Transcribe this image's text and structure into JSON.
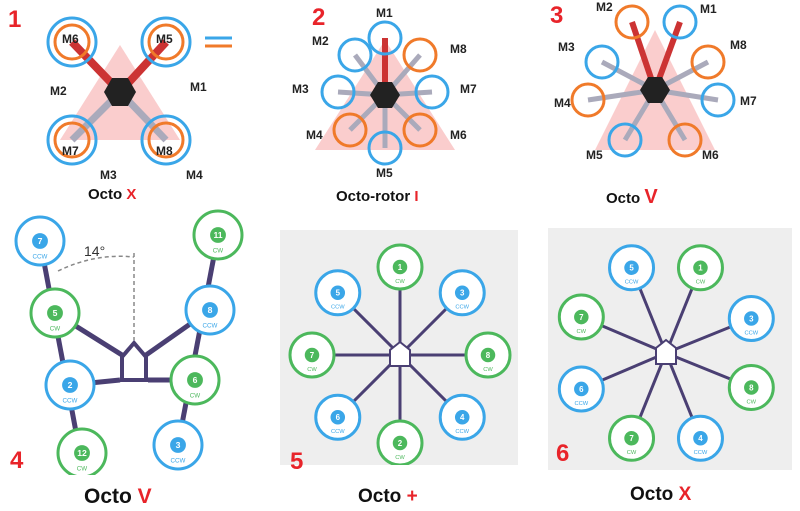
{
  "panels": [
    {
      "number": "1",
      "title": "Octo ",
      "symbol": "X",
      "labels": [
        "M6",
        "M5",
        "M2",
        "M1",
        "M7",
        "M8",
        "M3",
        "M4"
      ]
    },
    {
      "number": "2",
      "title": "Octo-rotor ",
      "symbol": "I",
      "labels": [
        "M1",
        "M2",
        "M8",
        "M3",
        "M7",
        "M4",
        "M6",
        "M5"
      ]
    },
    {
      "number": "3",
      "title": "Octo ",
      "symbol": "V",
      "labels": [
        "M2",
        "M1",
        "M3",
        "M8",
        "M4",
        "M7",
        "M5",
        "M6"
      ]
    },
    {
      "number": "4",
      "title": "Octo ",
      "symbol": "V",
      "angle": "14°",
      "motors": [
        {
          "n": "7",
          "dir": "CCW"
        },
        {
          "n": "11",
          "dir": "CW"
        },
        {
          "n": "5",
          "dir": "CW"
        },
        {
          "n": "8",
          "dir": "CCW"
        },
        {
          "n": "2",
          "dir": "CCW"
        },
        {
          "n": "6",
          "dir": "CW"
        },
        {
          "n": "12",
          "dir": "CW"
        },
        {
          "n": "3",
          "dir": "CCW"
        }
      ]
    },
    {
      "number": "5",
      "title": "Octo ",
      "symbol": "+",
      "motors": [
        {
          "n": "1",
          "dir": "CW"
        },
        {
          "n": "3",
          "dir": "CCW"
        },
        {
          "n": "5",
          "dir": "CCW"
        },
        {
          "n": "7",
          "dir": "CW"
        },
        {
          "n": "8",
          "dir": "CW"
        },
        {
          "n": "6",
          "dir": "CCW"
        },
        {
          "n": "4",
          "dir": "CCW"
        },
        {
          "n": "2",
          "dir": "CW"
        }
      ]
    },
    {
      "number": "6",
      "title": "Octo ",
      "symbol": "X",
      "motors": [
        {
          "n": "5",
          "dir": "CCW"
        },
        {
          "n": "1",
          "dir": "CW"
        },
        {
          "n": "7",
          "dir": "CW"
        },
        {
          "n": "3",
          "dir": "CCW"
        },
        {
          "n": "6",
          "dir": "CCW"
        },
        {
          "n": "8",
          "dir": "CW"
        },
        {
          "n": "7",
          "dir": "CW"
        },
        {
          "n": "4",
          "dir": "CCW"
        }
      ]
    }
  ],
  "colors": {
    "red": "#e8242a",
    "blue": "#3aa6e8",
    "green": "#4cb85c",
    "orange": "#f07a2a",
    "frame": "#4a3f73"
  }
}
